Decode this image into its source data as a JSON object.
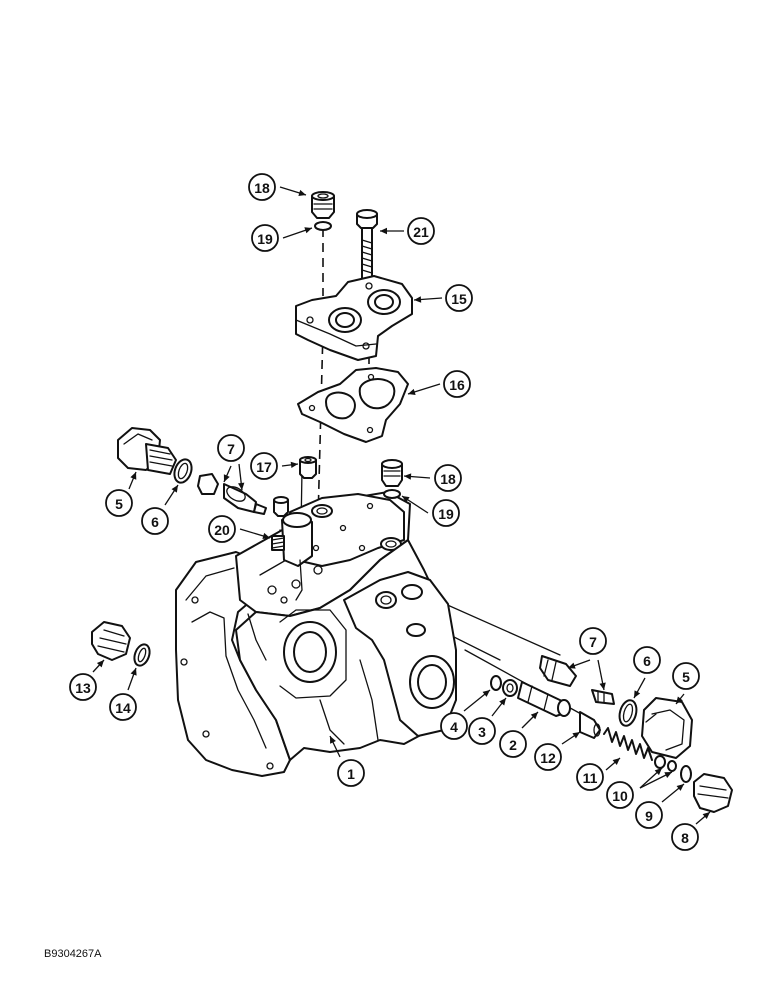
{
  "figure_id": "B9304267A",
  "callouts": [
    "1",
    "2",
    "3",
    "4",
    "5",
    "6",
    "7",
    "8",
    "9",
    "10",
    "11",
    "12",
    "13",
    "14",
    "15",
    "16",
    "17",
    "18",
    "19",
    "20",
    "21"
  ]
}
